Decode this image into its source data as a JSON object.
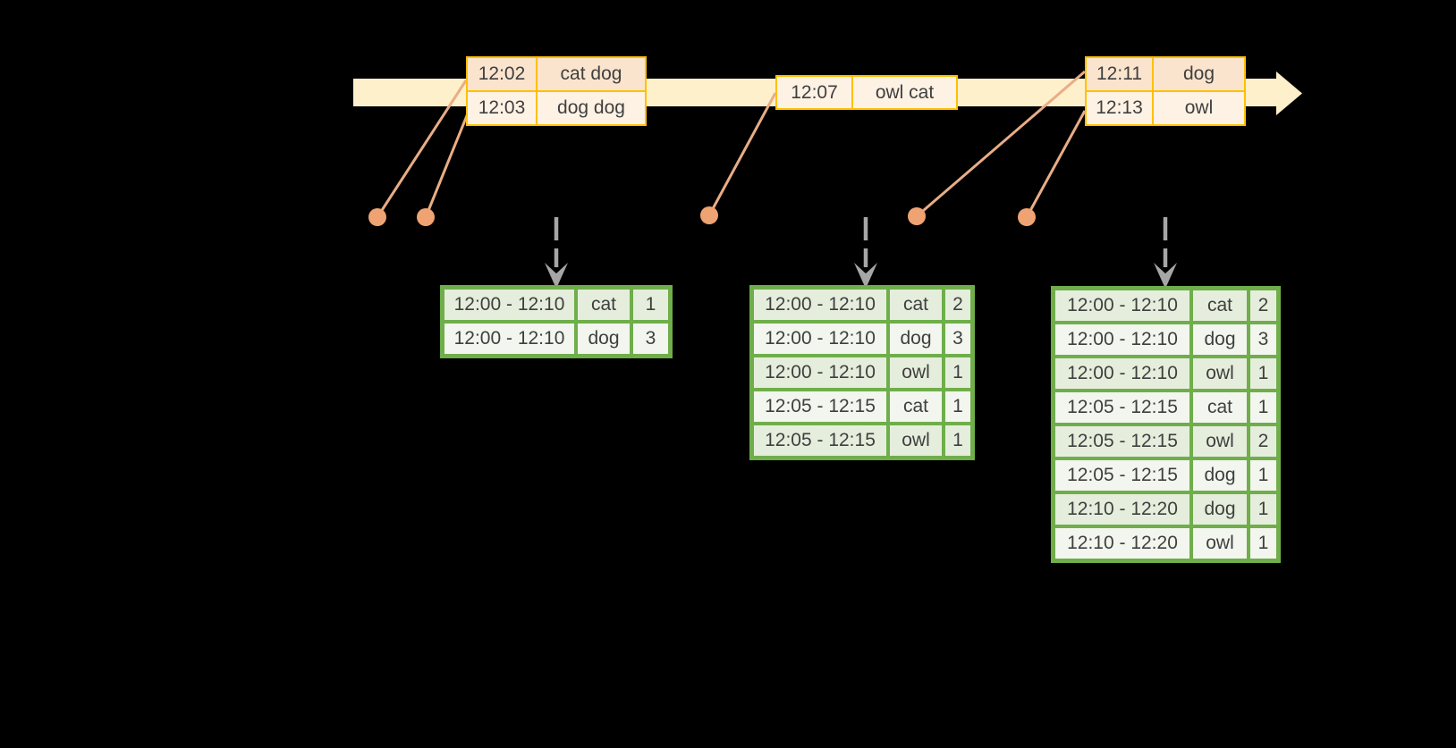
{
  "diagram": {
    "description": "Timeline of streaming events with windowed count result tables",
    "colors": {
      "background": "#000000",
      "timeline_band": "#fdf0cb",
      "event_border_gold": "#ffc000",
      "event_row_peach": "#fbe4cd",
      "event_row_cream": "#fdf2e3",
      "text_ink": "#3f3f3f",
      "ingest_dot_orange": "#efa372",
      "ingest_line_orange": "#e9ad85",
      "trigger_arrow_gray": "#a6a6a6",
      "table_border_green": "#6fae4a",
      "table_row_dark": "#e5eedc",
      "table_row_light": "#f2f6ee"
    },
    "events": [
      {
        "rows": [
          {
            "time": "12:02",
            "words": "cat dog",
            "tone": "dark"
          },
          {
            "time": "12:03",
            "words": "dog dog",
            "tone": "light"
          }
        ]
      },
      {
        "rows": [
          {
            "time": "12:07",
            "words": "owl cat",
            "tone": "light"
          }
        ]
      },
      {
        "rows": [
          {
            "time": "12:11",
            "words": "dog",
            "tone": "dark"
          },
          {
            "time": "12:13",
            "words": "owl",
            "tone": "light"
          }
        ]
      }
    ],
    "result_tables": [
      {
        "rows": [
          {
            "window": "12:00 - 12:10",
            "word": "cat",
            "count": "1",
            "tone": "dark"
          },
          {
            "window": "12:00 - 12:10",
            "word": "dog",
            "count": "3",
            "tone": "light"
          }
        ]
      },
      {
        "rows": [
          {
            "window": "12:00 - 12:10",
            "word": "cat",
            "count": "2",
            "tone": "dark"
          },
          {
            "window": "12:00 - 12:10",
            "word": "dog",
            "count": "3",
            "tone": "light"
          },
          {
            "window": "12:00 - 12:10",
            "word": "owl",
            "count": "1",
            "tone": "dark"
          },
          {
            "window": "12:05 - 12:15",
            "word": "cat",
            "count": "1",
            "tone": "light"
          },
          {
            "window": "12:05 - 12:15",
            "word": "owl",
            "count": "1",
            "tone": "dark"
          }
        ]
      },
      {
        "rows": [
          {
            "window": "12:00 - 12:10",
            "word": "cat",
            "count": "2",
            "tone": "dark"
          },
          {
            "window": "12:00 - 12:10",
            "word": "dog",
            "count": "3",
            "tone": "light"
          },
          {
            "window": "12:00 - 12:10",
            "word": "owl",
            "count": "1",
            "tone": "dark"
          },
          {
            "window": "12:05 - 12:15",
            "word": "cat",
            "count": "1",
            "tone": "light"
          },
          {
            "window": "12:05 - 12:15",
            "word": "owl",
            "count": "2",
            "tone": "dark"
          },
          {
            "window": "12:05 - 12:15",
            "word": "dog",
            "count": "1",
            "tone": "light"
          },
          {
            "window": "12:10 - 12:20",
            "word": "dog",
            "count": "1",
            "tone": "dark"
          },
          {
            "window": "12:10 - 12:20",
            "word": "owl",
            "count": "1",
            "tone": "light"
          }
        ]
      }
    ]
  }
}
